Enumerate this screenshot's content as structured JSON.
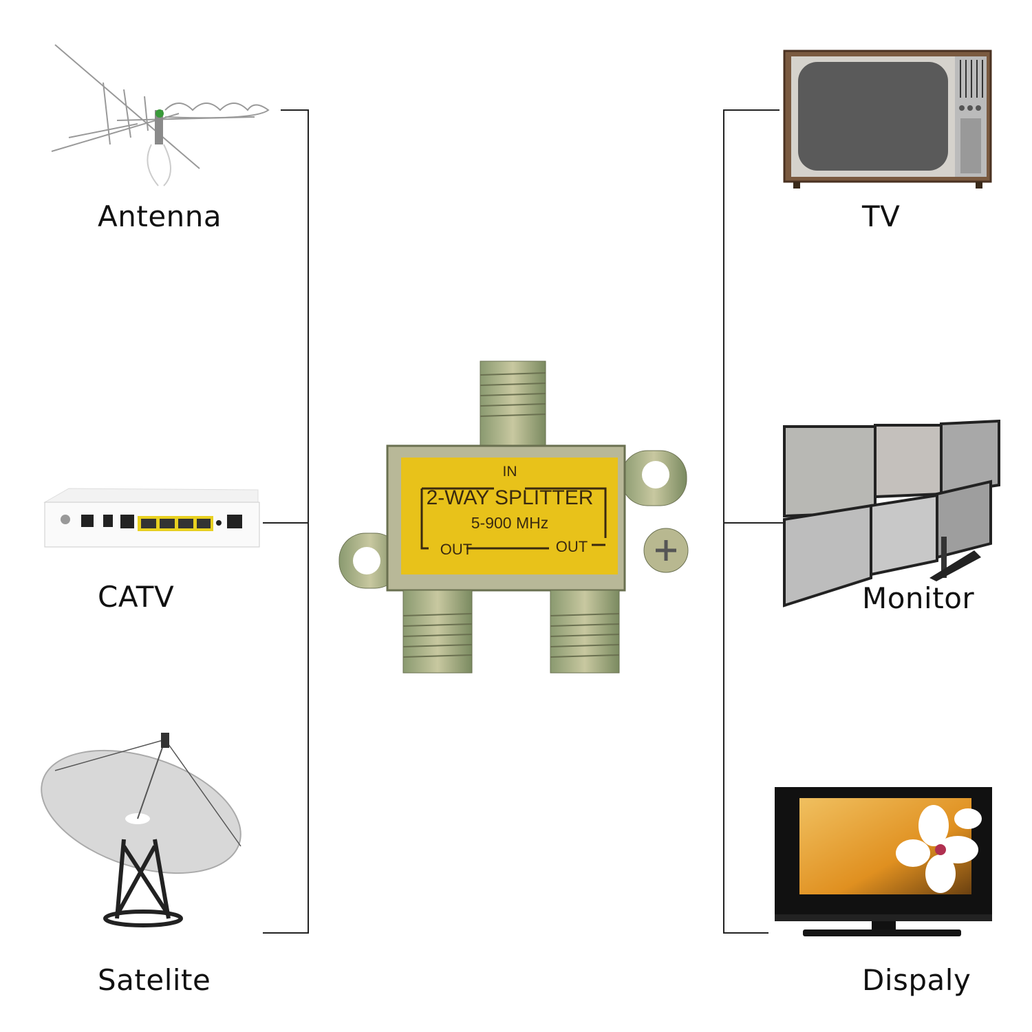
{
  "inputs": [
    {
      "label": "Antenna",
      "icon": "antenna-icon"
    },
    {
      "label": "CATV",
      "icon": "catv-modem-icon"
    },
    {
      "label": "Satelite",
      "icon": "satellite-dish-icon"
    }
  ],
  "outputs": [
    {
      "label": "TV",
      "icon": "tv-icon"
    },
    {
      "label": "Monitor",
      "icon": "monitor-wall-icon"
    },
    {
      "label": "Dispaly",
      "icon": "flat-display-icon"
    }
  ],
  "splitter": {
    "in_label": "IN",
    "title": "2-WAY SPLITTER",
    "frequency": "5-900 MHz",
    "out_left": "OUT",
    "out_right": "OUT",
    "label_color": "#e8c21a"
  }
}
